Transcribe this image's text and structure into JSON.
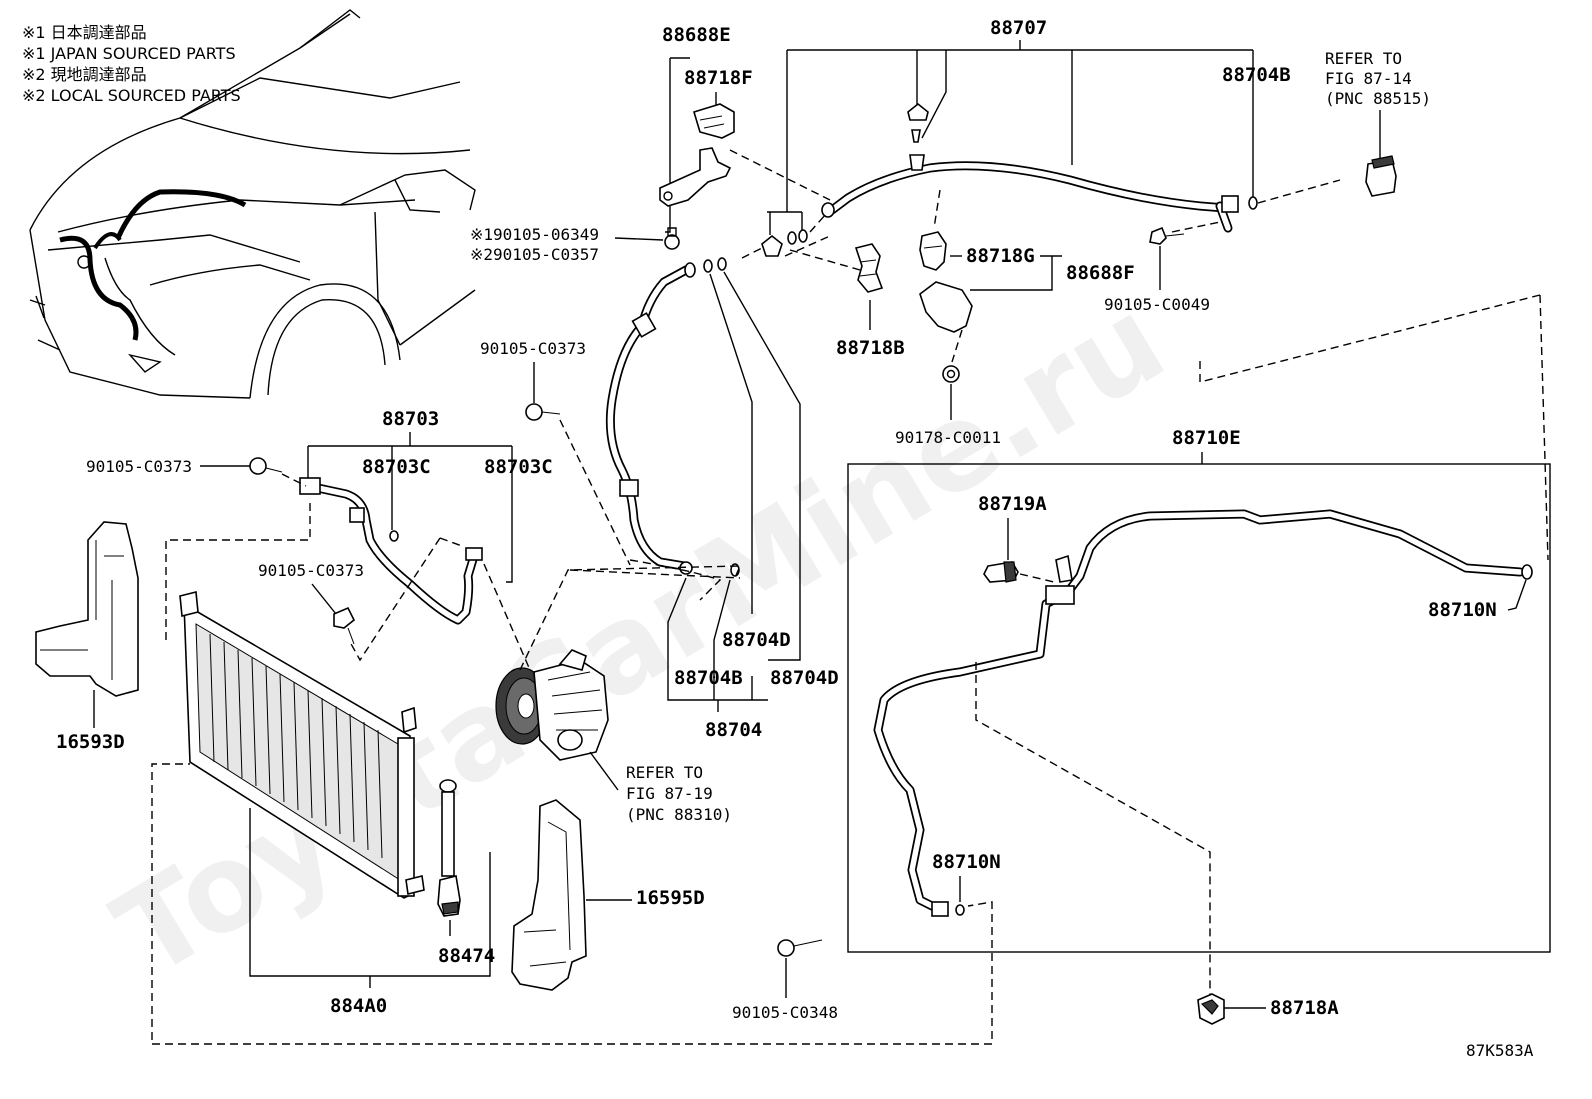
{
  "notes": {
    "jp_ja": "※1 日本調達部品",
    "jp_en": "※1 JAPAN SOURCED PARTS",
    "local_ja": "※2 現地調達部品",
    "local_en": "※2 LOCAL SOURCED PARTS"
  },
  "watermark": "ToyotaCarMine.ru",
  "figure_id": "87K583A",
  "labels": {
    "p88688E": "88688E",
    "p88718F": "88718F",
    "p88707": "88707",
    "p88704B_top": "88704B",
    "refer_87_14_l1": "REFER TO",
    "refer_87_14_l2": "FIG 87-14",
    "refer_87_14_l3": "(PNC 88515)",
    "b90105_06349": "※190105-06349",
    "b90105_C0357": "※290105-C0357",
    "p88718G": "88718G",
    "p88688F": "88688F",
    "b90105_C0049": "90105-C0049",
    "p88718B": "88718B",
    "b90105_C0373_a": "90105-C0373",
    "b90178_C0011": "90178-C0011",
    "p88703": "88703",
    "b90105_C0373_b": "90105-C0373",
    "p88703C_a": "88703C",
    "p88703C_b": "88703C",
    "p88710E": "88710E",
    "p88719A": "88719A",
    "b90105_C0373_c": "90105-C0373",
    "p88710N_right": "88710N",
    "p88704D_a": "88704D",
    "p88704B_low": "88704B",
    "p88704D_b": "88704D",
    "p88704": "88704",
    "p16593D": "16593D",
    "refer_87_19_l1": "REFER TO",
    "refer_87_19_l2": "FIG 87-19",
    "refer_87_19_l3": "(PNC 88310)",
    "p88710N_low": "88710N",
    "p16595D": "16595D",
    "p88474": "88474",
    "p884A0": "884A0",
    "b90105_C0348": "90105-C0348",
    "p88718A": "88718A"
  },
  "icons": {
    "car": "vehicle-front-outline",
    "compressor": "ac-compressor",
    "condenser": "condenser-core",
    "receiver": "receiver-dryer",
    "bolt": "flange-bolt",
    "oring": "o-ring",
    "clamp": "pipe-clamp",
    "switch": "pressure-switch"
  }
}
